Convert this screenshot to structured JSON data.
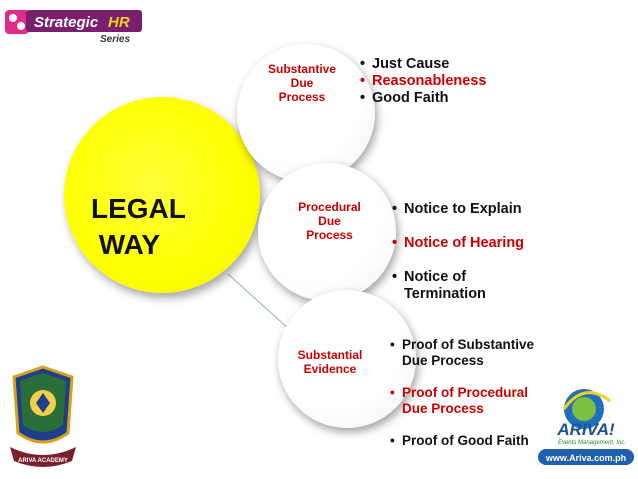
{
  "brand": {
    "strategic_hr_logo_text": "Strategic HR Series",
    "academy_badge_text": "ARIVA ACADEMY",
    "ariva_logo_text": "ARIVA! Events Management, Inc.",
    "ariva_url": "www.Ariva.com.ph"
  },
  "diagram": {
    "root": {
      "label": "LEGAL\n WAY"
    },
    "branches": [
      {
        "label": "Substantive\nDue\nProcess",
        "bullets": [
          {
            "text": "Just Cause",
            "color": "#111111"
          },
          {
            "text": "Reasonableness",
            "color": "#cc0000"
          },
          {
            "text": "Good Faith",
            "color": "#111111"
          }
        ]
      },
      {
        "label": "Procedural\nDue\nProcess",
        "bullets": [
          {
            "text": "Notice to Explain",
            "color": "#111111"
          },
          {
            "text": "Notice of Hearing",
            "color": "#cc0000"
          },
          {
            "text": "Notice of\nTermination",
            "color": "#111111"
          }
        ]
      },
      {
        "label": "Substantial\nEvidence",
        "bullets": [
          {
            "text": "Proof of Substantive\nDue Process",
            "color": "#111111"
          },
          {
            "text": "Proof of Procedural\nDue Process",
            "color": "#cc0000"
          },
          {
            "text": "Proof of Good Faith",
            "color": "#111111"
          }
        ]
      }
    ]
  },
  "colors": {
    "root_fill": "#ffff00",
    "node_label": "#cc0000",
    "highlight_bullet": "#cc0000",
    "connector": "#a8bccf"
  }
}
